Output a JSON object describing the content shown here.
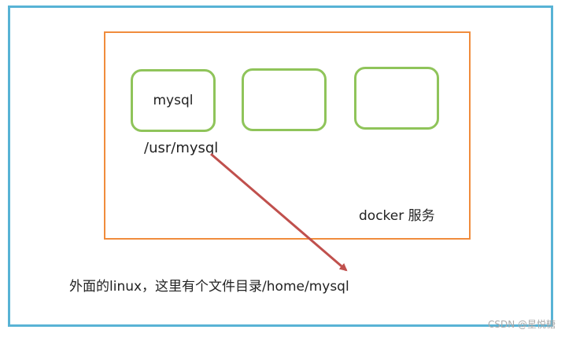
{
  "diagram": {
    "containers": [
      {
        "label": "mysql"
      },
      {
        "label": ""
      },
      {
        "label": ""
      }
    ],
    "container_path": "/usr/mysql",
    "docker_label": "docker 服务",
    "host_label": "外面的linux，这里有个文件目录/home/mysql"
  },
  "colors": {
    "frame": "#58b3d5",
    "docker_box": "#f08c3c",
    "container_border": "#8fc45a",
    "arrow": "#c0504d"
  },
  "watermark": "CSDN @星悦糖"
}
